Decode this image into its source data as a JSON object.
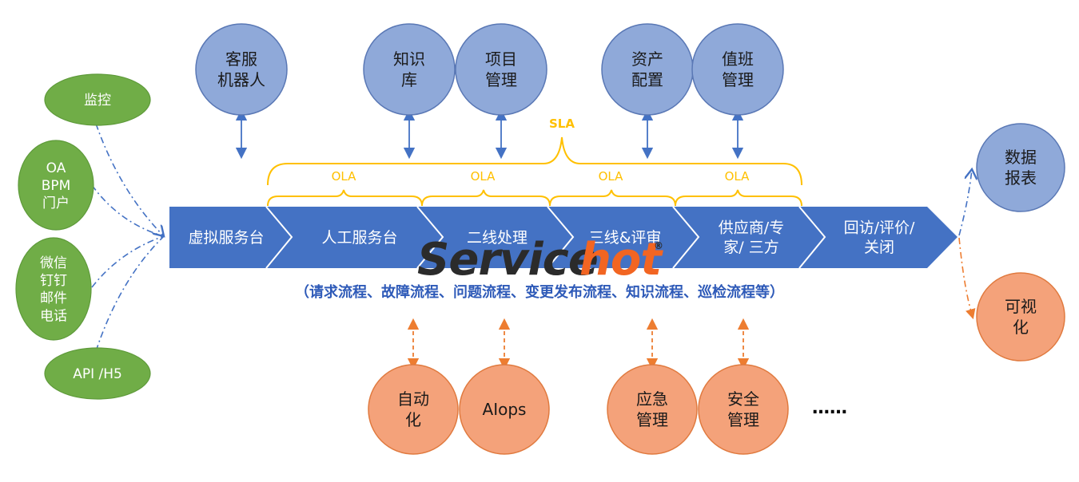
{
  "colors": {
    "blue_node": "#8fa9d9",
    "blue_node_stroke": "#5a78b5",
    "green_node": "#70ad47",
    "orange_node": "#f4a27a",
    "orange_node_stroke": "#e07a3f",
    "process_bar": "#4472c4",
    "bracket": "#ffc000",
    "arrow_blue": "#4472c4",
    "arrow_orange": "#ed7d31",
    "caption": "#2e5ab8",
    "logo_dark": "#2b2b2b",
    "logo_orange": "#f26522"
  },
  "top_modules": [
    {
      "id": "chatbot",
      "lines": [
        "客服",
        "机器人"
      ]
    },
    {
      "id": "knowledge",
      "lines": [
        "知识",
        "库"
      ]
    },
    {
      "id": "project",
      "lines": [
        "项目",
        "管理"
      ]
    },
    {
      "id": "asset",
      "lines": [
        "资产",
        "配置"
      ]
    },
    {
      "id": "duty",
      "lines": [
        "值班",
        "管理"
      ]
    }
  ],
  "channels": [
    {
      "id": "monitor",
      "lines": [
        "监控"
      ]
    },
    {
      "id": "oa",
      "lines": [
        "OA",
        "BPM",
        "门户"
      ]
    },
    {
      "id": "wechat",
      "lines": [
        "微信",
        "钉钉",
        "邮件",
        "电话"
      ]
    },
    {
      "id": "api",
      "lines": [
        "API /H5"
      ]
    }
  ],
  "process_steps": [
    {
      "lines": [
        "虚拟服务台"
      ]
    },
    {
      "lines": [
        "人工服务台"
      ]
    },
    {
      "lines": [
        "二线处理"
      ]
    },
    {
      "lines": [
        "三线&评审"
      ]
    },
    {
      "lines": [
        "供应商/专",
        "家/ 三方"
      ]
    },
    {
      "lines": [
        "回访/评价/",
        "关闭"
      ]
    }
  ],
  "sla_label": "SLA",
  "ola_labels": [
    "OLA",
    "OLA",
    "OLA",
    "OLA"
  ],
  "caption": "（请求流程、故障流程、问题流程、变更发布流程、知识流程、巡检流程等）",
  "bottom_modules": [
    {
      "id": "automation",
      "lines": [
        "自动",
        "化"
      ]
    },
    {
      "id": "aiops",
      "lines": [
        "AIops"
      ]
    },
    {
      "id": "emergency",
      "lines": [
        "应急",
        "管理"
      ]
    },
    {
      "id": "security",
      "lines": [
        "安全",
        "管理"
      ]
    }
  ],
  "more_label": "……",
  "outputs": [
    {
      "id": "report",
      "lines": [
        "数据",
        "报表"
      ]
    },
    {
      "id": "visual",
      "lines": [
        "可视",
        "化"
      ]
    }
  ],
  "logo": {
    "dark": "Service",
    "accent": "hot",
    "mark": "®"
  }
}
